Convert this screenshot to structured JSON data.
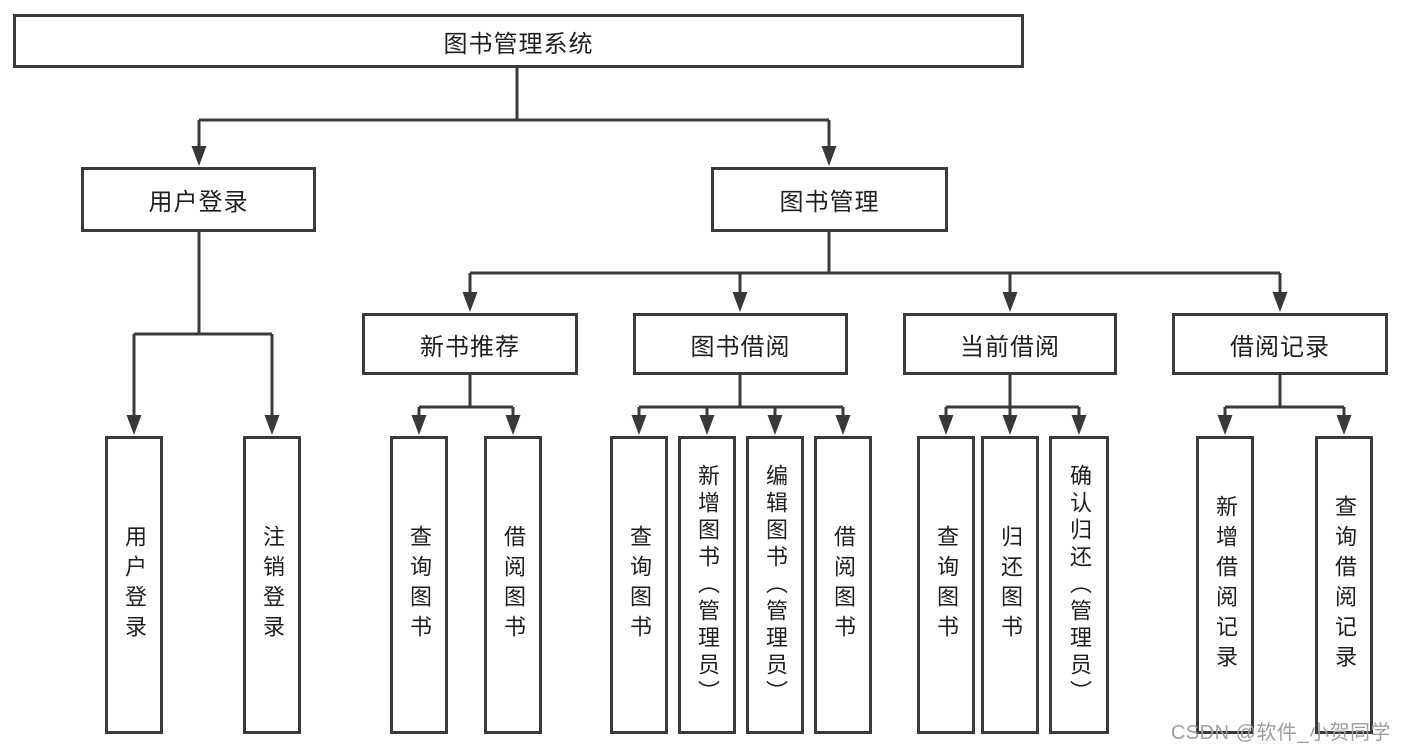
{
  "colors": {
    "line": "#3a3a3a",
    "text": "#1f1f1f",
    "watermark_text": "#9e9e9e",
    "background": "#ffffff"
  },
  "tree": {
    "label": "图书管理系统",
    "children": [
      {
        "label": "用户登录",
        "children": [
          {
            "label": "用户登录"
          },
          {
            "label": "注销登录"
          }
        ]
      },
      {
        "label": "图书管理",
        "children": [
          {
            "label": "新书推荐",
            "children": [
              {
                "label": "查询图书"
              },
              {
                "label": "借阅图书"
              }
            ]
          },
          {
            "label": "图书借阅",
            "children": [
              {
                "label": "查询图书"
              },
              {
                "label": "新增图书（管理员）"
              },
              {
                "label": "编辑图书（管理员）"
              },
              {
                "label": "借阅图书"
              }
            ]
          },
          {
            "label": "当前借阅",
            "children": [
              {
                "label": "查询图书"
              },
              {
                "label": "归还图书"
              },
              {
                "label": "确认归还（管理员）"
              }
            ]
          },
          {
            "label": "借阅记录",
            "children": [
              {
                "label": "新增借阅记录"
              },
              {
                "label": "查询借阅记录"
              }
            ]
          }
        ]
      }
    ]
  },
  "watermark": {
    "text": "CSDN @软件_小贺同学"
  }
}
